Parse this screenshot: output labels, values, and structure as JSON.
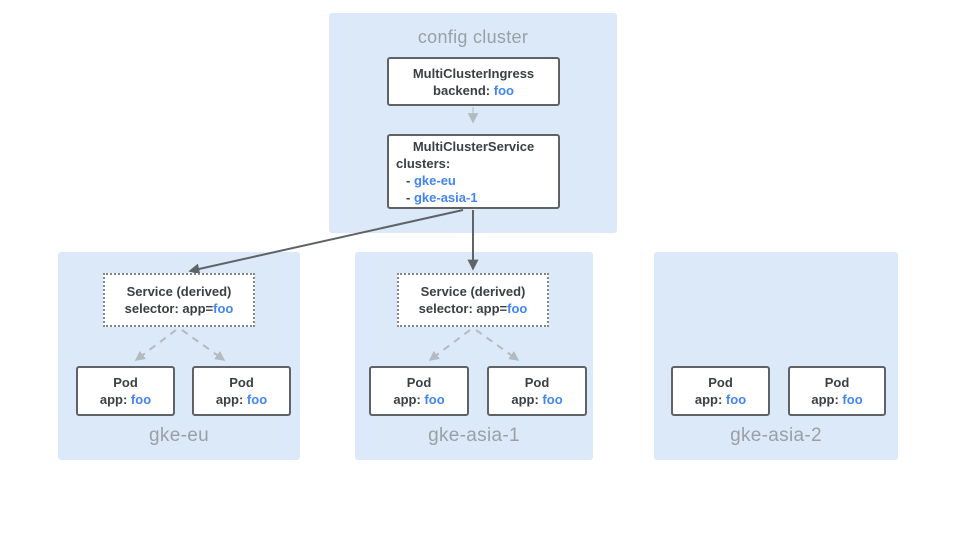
{
  "colors": {
    "cluster_bg": "#dbe9f8",
    "box_border": "#5f6368",
    "box_bg": "#ffffff",
    "text_dark": "#3c4043",
    "text_blue": "#4285f4",
    "text_gray": "#9aa0a6",
    "arrow_dark": "#5f6368",
    "arrow_light": "#b3bac1",
    "connector_line": "#c5cacf",
    "dotted_border": "#80868b"
  },
  "config_cluster": {
    "title": "config cluster",
    "multi_cluster_ingress": {
      "title": "MultiClusterIngress",
      "backend_label": "backend:",
      "backend_value": "foo"
    },
    "multi_cluster_service": {
      "title": "MultiClusterService",
      "clusters_label": "clusters:",
      "cluster_items": [
        {
          "dash": "-",
          "name": "gke-eu"
        },
        {
          "dash": "-",
          "name": "gke-asia-1"
        }
      ]
    }
  },
  "clusters": [
    {
      "name": "gke-eu",
      "service": {
        "title": "Service (derived)",
        "selector_label": "selector: app=",
        "selector_value": "foo"
      },
      "pods": [
        {
          "title": "Pod",
          "app_label": "app:",
          "app_value": "foo"
        },
        {
          "title": "Pod",
          "app_label": "app:",
          "app_value": "foo"
        }
      ]
    },
    {
      "name": "gke-asia-1",
      "service": {
        "title": "Service (derived)",
        "selector_label": "selector: app=",
        "selector_value": "foo"
      },
      "pods": [
        {
          "title": "Pod",
          "app_label": "app:",
          "app_value": "foo"
        },
        {
          "title": "Pod",
          "app_label": "app:",
          "app_value": "foo"
        }
      ]
    },
    {
      "name": "gke-asia-2",
      "pods": [
        {
          "title": "Pod",
          "app_label": "app:",
          "app_value": "foo"
        },
        {
          "title": "Pod",
          "app_label": "app:",
          "app_value": "foo"
        }
      ]
    }
  ]
}
